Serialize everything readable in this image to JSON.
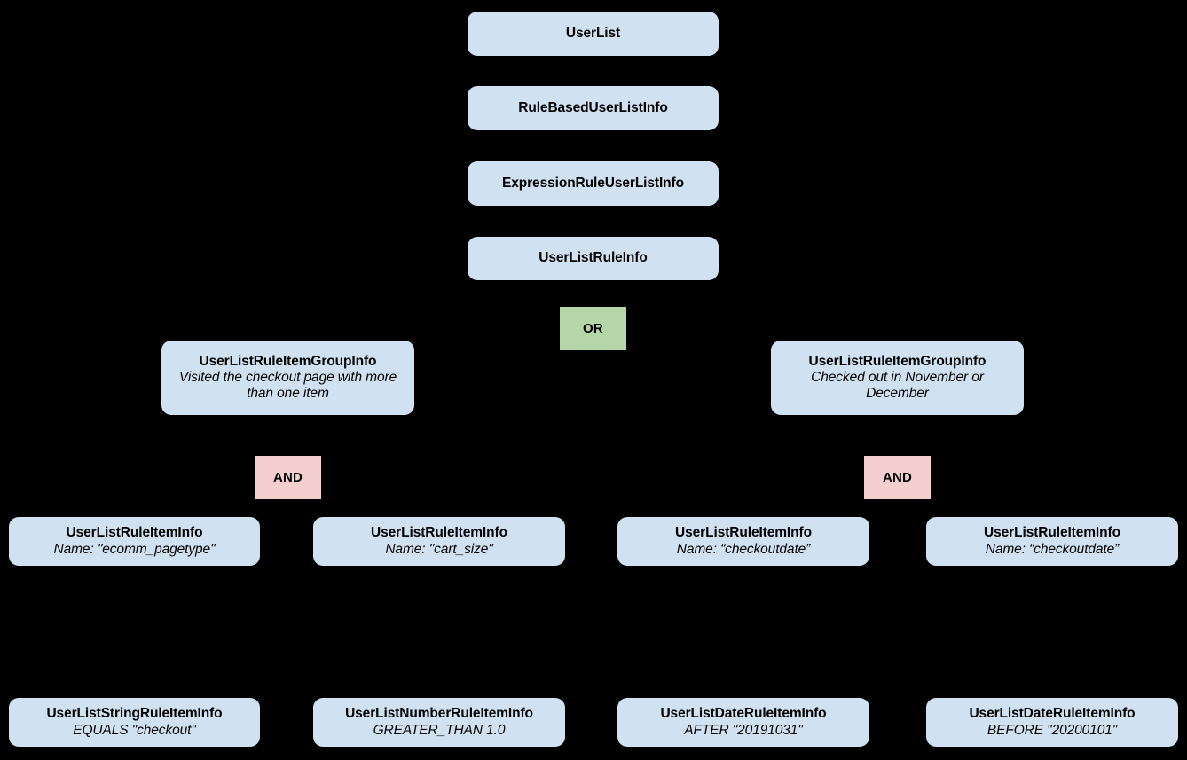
{
  "diagram": {
    "type": "hierarchy-tree",
    "background_color": "#000000",
    "entity_color": "#d0e1f2",
    "or_color": "#b5d6a7",
    "and_color": "#f5cfcf",
    "edge_color": "#000000",
    "text_color": "#000000"
  },
  "nodes": {
    "userlist": {
      "title": "UserList"
    },
    "rulebased": {
      "title": "RuleBasedUserListInfo"
    },
    "expression": {
      "title": "ExpressionRuleUserListInfo"
    },
    "userlistrule": {
      "title": "UserListRuleInfo"
    },
    "or": {
      "label": "OR"
    },
    "group_left": {
      "title": "UserListRuleItemGroupInfo",
      "subtitle": "Visited the checkout page with more than one item"
    },
    "group_right": {
      "title": "UserListRuleItemGroupInfo",
      "subtitle": "Checked out in November or December"
    },
    "and_left": {
      "label": "AND"
    },
    "and_right": {
      "label": "AND"
    }
  },
  "rule_items": [
    {
      "title": "UserListRuleItemInfo",
      "subtitle": "Name: \"ecomm_pagetype\""
    },
    {
      "title": "UserListRuleItemInfo",
      "subtitle": "Name: \"cart_size\""
    },
    {
      "title": "UserListRuleItemInfo",
      "subtitle": "Name: “checkoutdate”"
    },
    {
      "title": "UserListRuleItemInfo",
      "subtitle": "Name: “checkoutdate”"
    }
  ],
  "leaf_items": [
    {
      "title": "UserListStringRuleItemInfo",
      "subtitle": "EQUALS \"checkout\""
    },
    {
      "title": "UserListNumberRuleItemInfo",
      "subtitle": "GREATER_THAN 1.0"
    },
    {
      "title": "UserListDateRuleItemInfo",
      "subtitle": "AFTER \"20191031\""
    },
    {
      "title": "UserListDateRuleItemInfo",
      "subtitle": "BEFORE \"20200101\""
    }
  ]
}
